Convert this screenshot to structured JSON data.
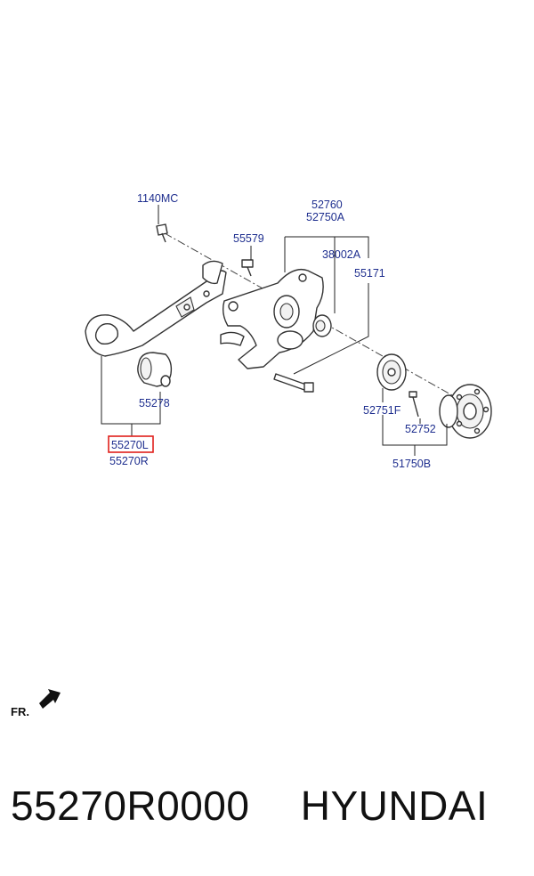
{
  "labels": {
    "p1140mc": "1140MC",
    "p52760": "52760",
    "p52750a": "52750A",
    "p55579": "55579",
    "p38002a": "38002A",
    "p55171": "55171",
    "p55278": "55278",
    "p55270l": "55270L",
    "p55270r": "55270R",
    "p52751f": "52751F",
    "p52752": "52752",
    "p51750b": "51750B",
    "fr": "FR."
  },
  "caption": {
    "part_number": "55270R0000",
    "brand": "HYUNDAI"
  },
  "colors": {
    "label": "#1f2f8f",
    "highlight": "#e0201c"
  }
}
